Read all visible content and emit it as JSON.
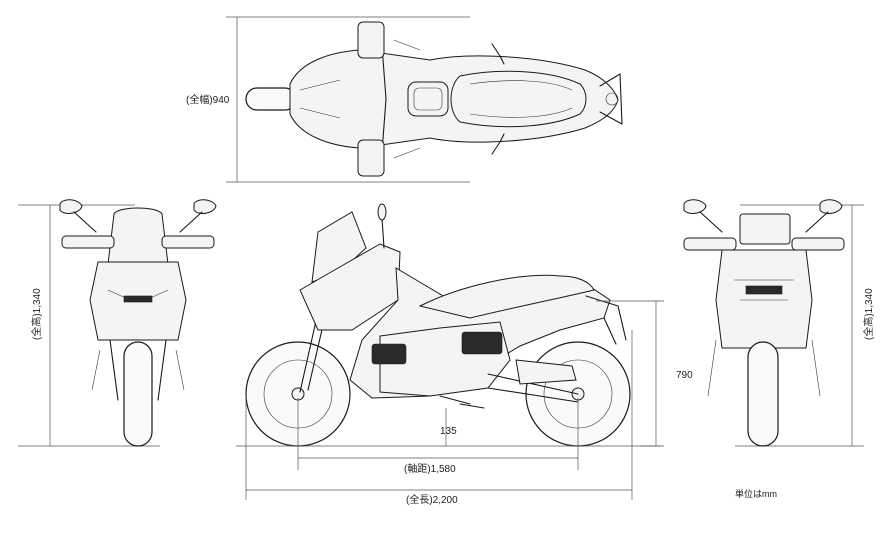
{
  "dimensions": {
    "width_label": "(全幅)940",
    "height_label_front": "(全高)1,340",
    "height_label_rear": "(全高)1,340",
    "seat_height_label": "790",
    "ground_clearance_label": "135",
    "wheelbase_label": "(軸距)1,580",
    "length_label": "(全長)2,200"
  },
  "unit_note": "単位はmm"
}
